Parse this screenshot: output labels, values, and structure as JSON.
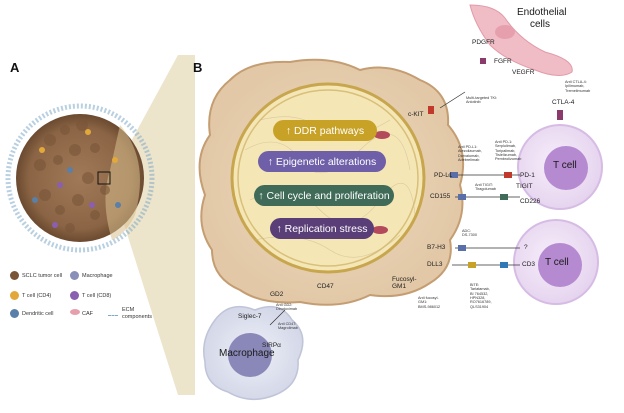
{
  "panels": {
    "a": "A",
    "b": "B"
  },
  "legend": {
    "sclc": "SCLC tumor cell",
    "macrophage": "Macrophage",
    "tcell_cd4": "T cell (CD4)",
    "tcell_cd8": "T cell (CD8)",
    "dendritic": "Dendritic cell",
    "caf": "CAF",
    "ecm_line1": "ECM",
    "ecm_line2": "components"
  },
  "pathways": [
    {
      "label": "↑ DDR pathways",
      "color": "#c8a227"
    },
    {
      "label": "↑ Epigenetic alterations",
      "color": "#6e5fa8"
    },
    {
      "label": "↑ Cell cycle and proliferation",
      "color": "#3f6b58"
    },
    {
      "label": "↑ Replication stress",
      "color": "#5a3e78"
    }
  ],
  "endothelial": {
    "title_line1": "Endothelial",
    "title_line2": "cells",
    "pdgfr": "PDGFR",
    "fgfr": "FGFR",
    "vegfr": "VEGFR"
  },
  "receptors": {
    "ckit": "c-KIT",
    "pdl1": "PD-L1",
    "cd155": "CD155",
    "b7h3": "B7-H3",
    "dll3": "DLL3",
    "gd2": "GD2",
    "cd47": "CD47",
    "fucosyl": "Fucosyl-\nGM1",
    "siglec7": "Siglec-7",
    "sirpa": "SIRPα",
    "ctla4": "CTLA-4",
    "pd1": "PD-1",
    "tigit": "TIGIT",
    "cd226": "CD226",
    "question": "?",
    "cd3": "CD3"
  },
  "cells": {
    "tcell": "T cell",
    "tcell2": "T cell",
    "macrophage": "Macrophage"
  },
  "drugs": {
    "multi_tki": "Multi-targeted TKI:\nAnlotinib",
    "anti_ctla4": "Anti CTLA-4:\nIpilimumab,\nTremelimumab",
    "anti_pdl1": "Anti PD-L1:\nAtezolizumab,\nDurvalumab,\nAdebrelimab",
    "anti_pd1": "Anti PD-1:\nSerplulimab,\nToripalimab,\nTislelizumab,\nPembrolizumab",
    "anti_tigit": "Anti TIGIT:\nTiragolumab",
    "adc": "ADC:\nDS-7300",
    "bite": "BiTE:\nTarlatamab,\nBI 764532,\nHPN328,\nRO7616789,\nQLS31904",
    "anti_fucosyl": "Anti fucosyl-\nGM1:\nBMS-986012",
    "anti_gd2": "Anti GD2:\nDinutuximab",
    "anti_cd47": "Anti CD47:\nMagrolimab"
  }
}
